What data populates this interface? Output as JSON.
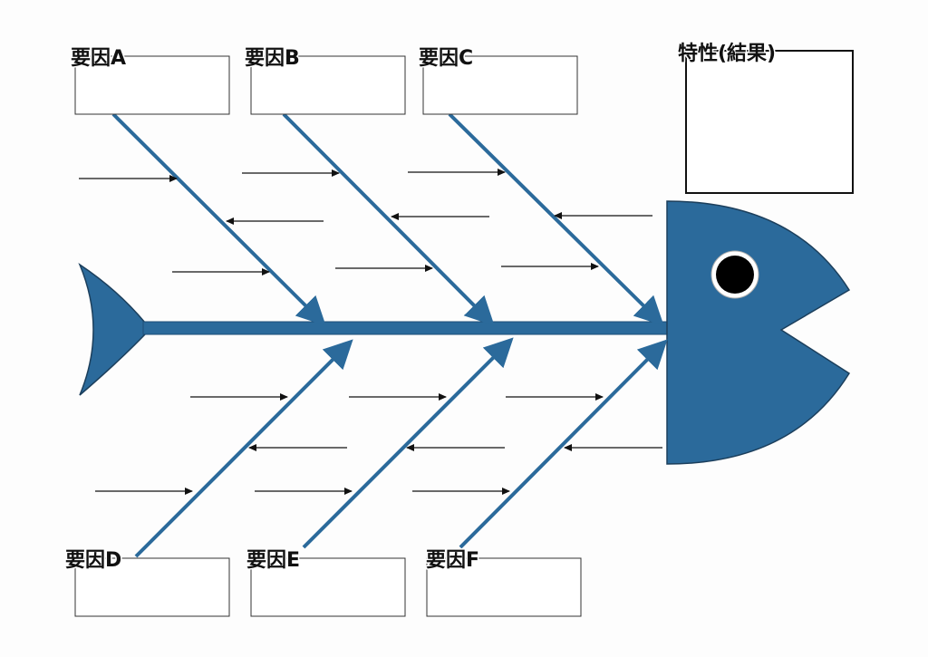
{
  "diagram": {
    "type": "fishbone",
    "effect": {
      "label": "特性(結果)"
    },
    "causes": [
      {
        "id": "A",
        "label": "要因A"
      },
      {
        "id": "B",
        "label": "要因B"
      },
      {
        "id": "C",
        "label": "要因C"
      },
      {
        "id": "D",
        "label": "要因D"
      },
      {
        "id": "E",
        "label": "要因E"
      },
      {
        "id": "F",
        "label": "要因F"
      }
    ],
    "colors": {
      "fish": "#2b6a9b",
      "bone": "#2b6a9b",
      "arrow": "#111111",
      "eye": "#000000"
    }
  }
}
